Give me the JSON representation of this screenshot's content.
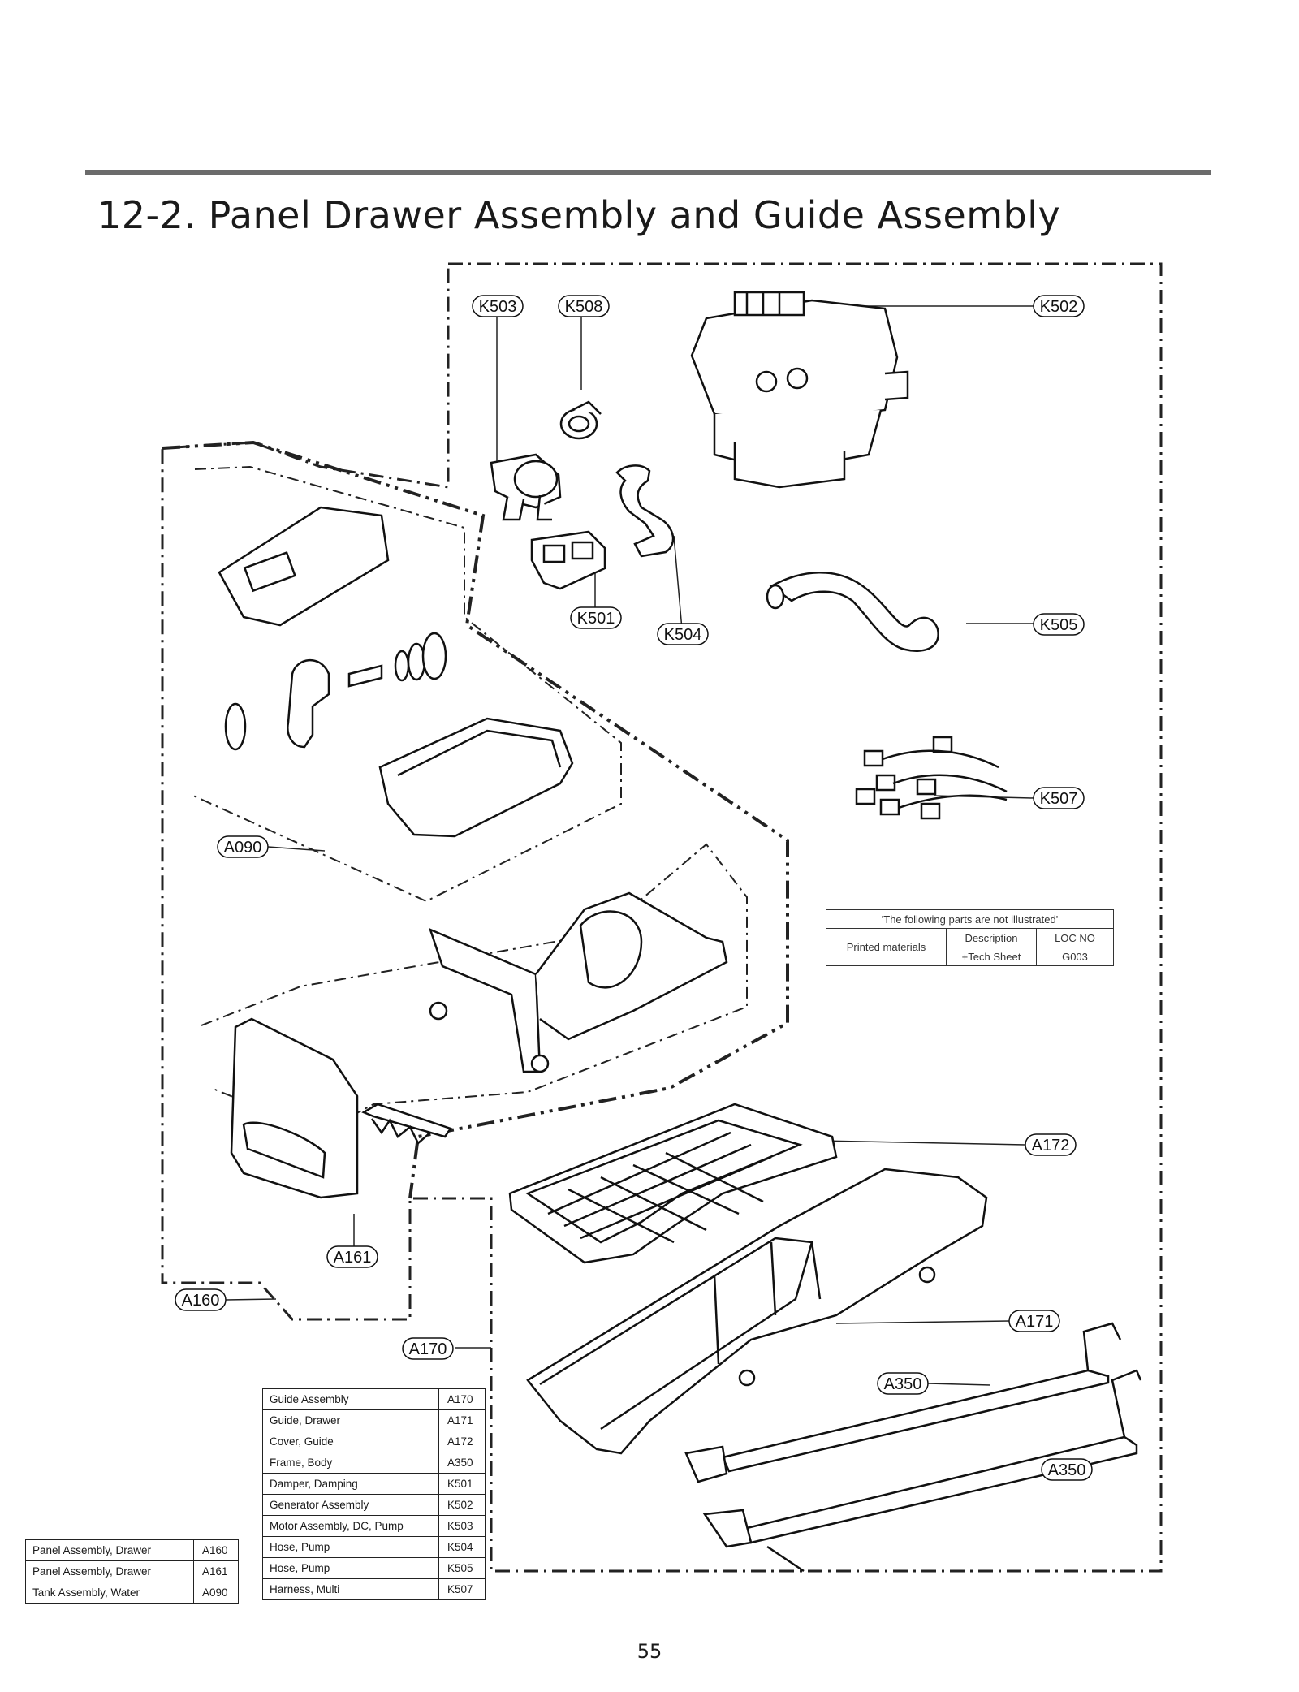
{
  "page": {
    "title": "12-2. Panel Drawer Assembly and Guide Assembly",
    "page_number": "55"
  },
  "callouts": {
    "K503": "K503",
    "K508": "K508",
    "K502": "K502",
    "K501": "K501",
    "K504": "K504",
    "K505": "K505",
    "K507": "K507",
    "A090": "A090",
    "A172": "A172",
    "A161": "A161",
    "A160": "A160",
    "A171": "A171",
    "A170": "A170",
    "A350_upper": "A350",
    "A350_lower": "A350"
  },
  "note_table": {
    "header": "'The following parts are not illustrated'",
    "category": "Printed materials",
    "col_description": "Description",
    "col_loc": "LOC NO",
    "row_description": "+Tech Sheet",
    "row_loc": "G003"
  },
  "parts_right": [
    {
      "desc": "Guide Assembly",
      "code": "A170"
    },
    {
      "desc": "Guide, Drawer",
      "code": "A171"
    },
    {
      "desc": "Cover, Guide",
      "code": "A172"
    },
    {
      "desc": "Frame, Body",
      "code": "A350"
    },
    {
      "desc": "Damper, Damping",
      "code": "K501"
    },
    {
      "desc": "Generator Assembly",
      "code": "K502"
    },
    {
      "desc": "Motor Assembly, DC, Pump",
      "code": "K503"
    },
    {
      "desc": "Hose, Pump",
      "code": "K504"
    },
    {
      "desc": "Hose, Pump",
      "code": "K505"
    },
    {
      "desc": "Harness, Multi",
      "code": "K507"
    }
  ],
  "parts_left": [
    {
      "desc": "Panel Assembly, Drawer",
      "code": "A160"
    },
    {
      "desc": "Panel Assembly, Drawer",
      "code": "A161"
    },
    {
      "desc": "Tank Assembly, Water",
      "code": "A090"
    }
  ]
}
